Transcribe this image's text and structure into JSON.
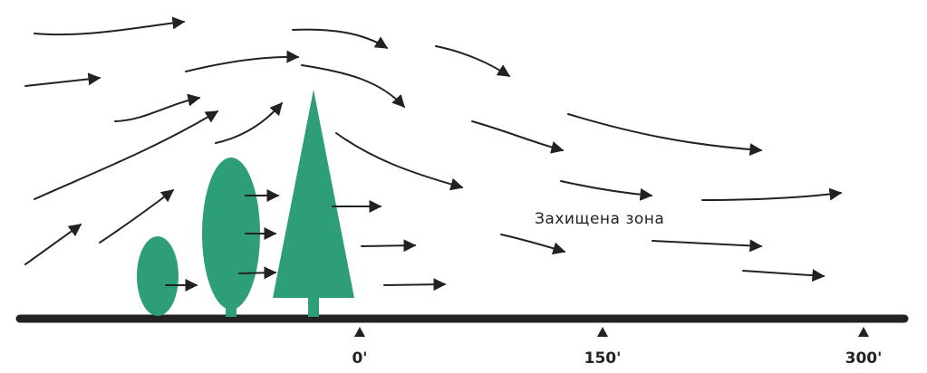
{
  "zone_label": "Захищена зона",
  "distance_ticks": [
    "0'",
    "150'",
    "300'"
  ],
  "colors": {
    "trees": "#2e9e7a",
    "arrows": "#222222",
    "ground": "#222222",
    "background": "#ffffff"
  },
  "icons": {
    "tree_small": "oval-deciduous-tree",
    "tree_medium": "oval-deciduous-tree",
    "tree_tall": "conifer-tree",
    "wind": "curved-arrow"
  }
}
